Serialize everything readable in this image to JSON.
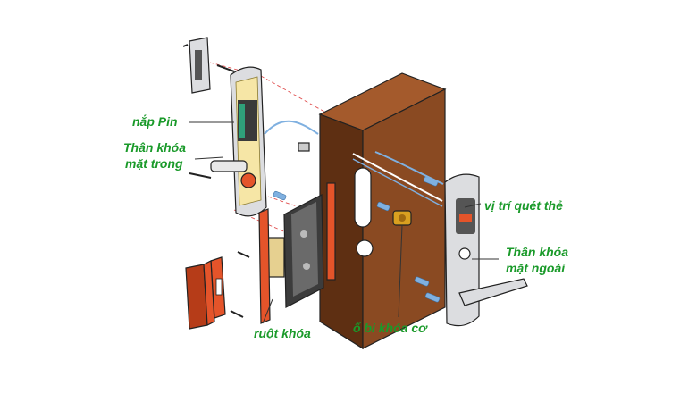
{
  "colors": {
    "label_green": "#1a9a2a",
    "door_wood": "#8a4a22",
    "door_wood_dark": "#5e2f12",
    "door_wood_light": "#a45a2c",
    "strike_orange": "#e4542a",
    "strike_orange_dark": "#b63c18",
    "plate_silver": "#dcdde0",
    "screw_blue": "#7fb0e0",
    "brass": "#d9a020"
  },
  "labels": {
    "battery_cover": "nắp Pin",
    "inner_body_line1": "Thân khóa",
    "inner_body_line2": "mặt trong",
    "mortise": "ruột khóa",
    "cylinder": "ổ bi khóa cơ",
    "card_area": "vị trí quét thẻ",
    "outer_body_line1": "Thân khóa",
    "outer_body_line2": "mặt ngoài"
  }
}
